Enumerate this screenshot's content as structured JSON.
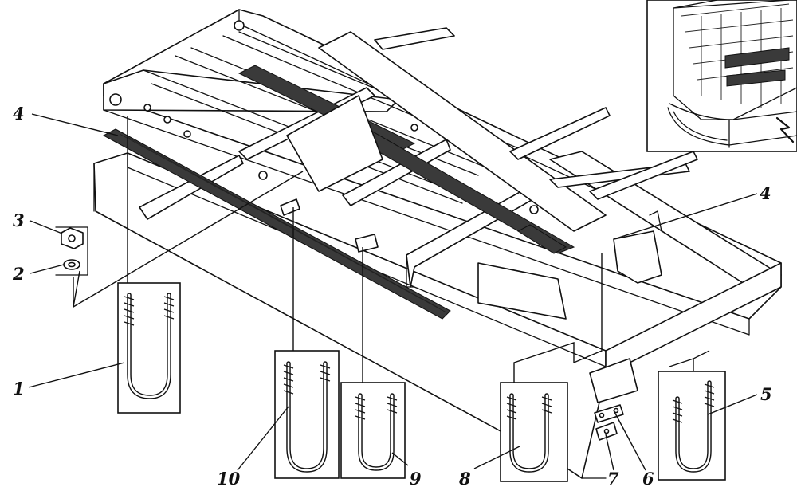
{
  "callouts": [
    {
      "id": "c1",
      "text": "1"
    },
    {
      "id": "c2",
      "text": "2"
    },
    {
      "id": "c3",
      "text": "3"
    },
    {
      "id": "c4a",
      "text": "4"
    },
    {
      "id": "c4b",
      "text": "4"
    },
    {
      "id": "c5",
      "text": "5"
    },
    {
      "id": "c6",
      "text": "6"
    },
    {
      "id": "c7",
      "text": "7"
    },
    {
      "id": "c8",
      "text": "8"
    },
    {
      "id": "c9",
      "text": "9"
    },
    {
      "id": "c10",
      "text": "10"
    }
  ],
  "parts": {
    "inset": "truck-cab-locator-view",
    "main": "chassis-frame-with-subframe",
    "fasteners": [
      "u-bolt",
      "nut",
      "washer",
      "plate",
      "stop"
    ]
  }
}
